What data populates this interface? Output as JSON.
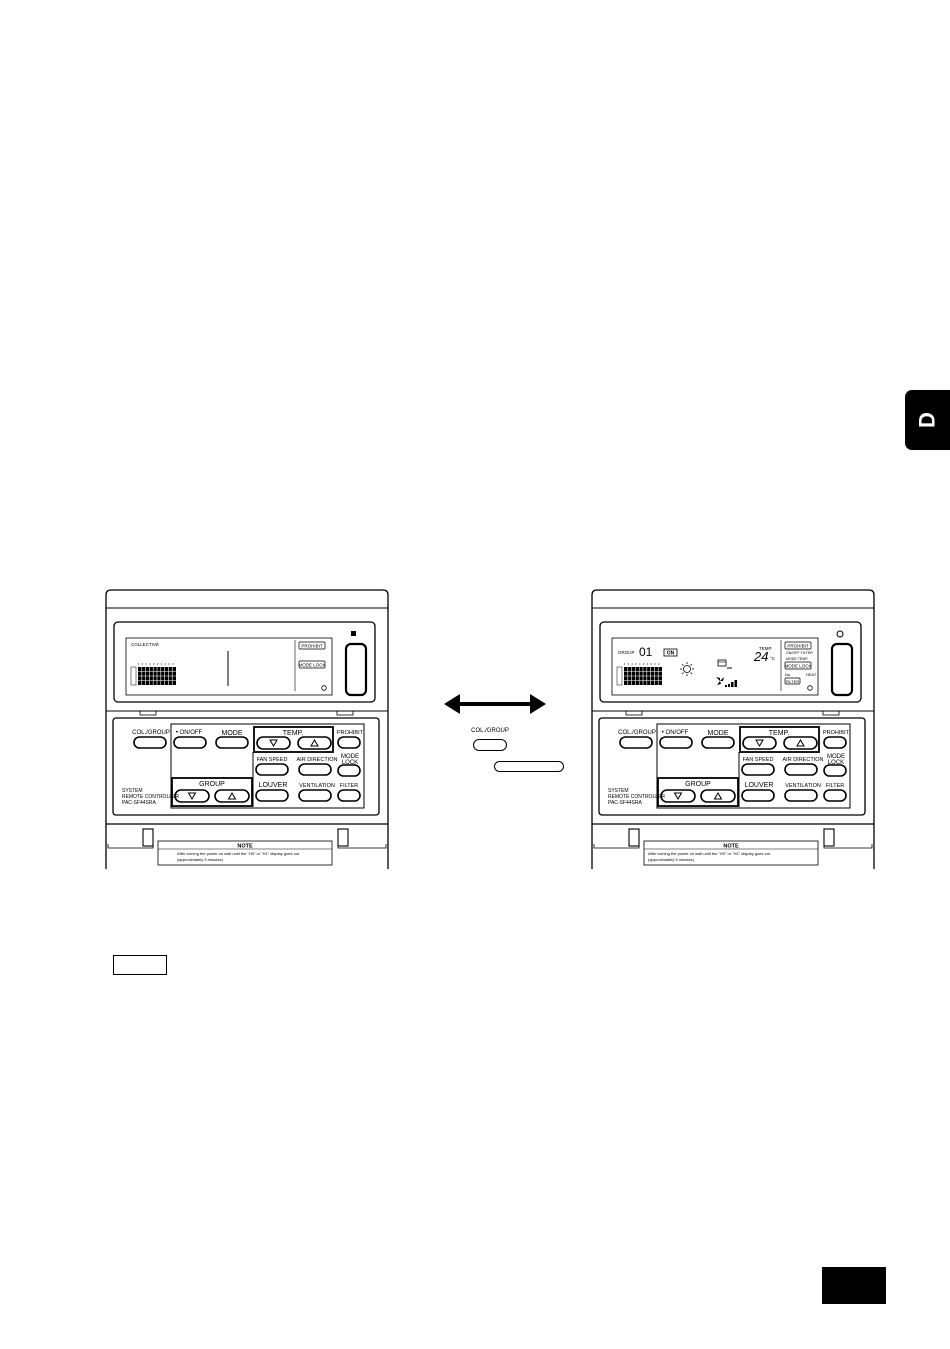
{
  "side_tab": {
    "letter": "D"
  },
  "center": {
    "button_label": "COL./GROUP",
    "arrow": "double-headed-arrow"
  },
  "controllers": {
    "left": {
      "lcd": {
        "collective": "COLLECTIVE",
        "prohibit": "PROHIBIT",
        "mode_lock": "MODE LOCK"
      },
      "buttons": {
        "col_group": "COL./GROUP",
        "on_off": "• ON/OFF",
        "mode": "MODE",
        "temp": "TEMP.",
        "prohibit": "PROHIBIT",
        "fan_speed": "FAN SPEED",
        "air_direction": "AIR DIRECTION",
        "mode_lock_1": "MODE",
        "mode_lock_2": "LOCK",
        "group": "GROUP",
        "louver": "LOUVER",
        "ventilation": "VENTILATION",
        "filter": "FILTER"
      },
      "model": [
        "SYSTEM",
        "REMOTE CONTROLLER",
        "PAC-SF44SRA"
      ],
      "note": {
        "title": "NOTE",
        "line1": "After turning the power on wait until the \"H0\" or \"H1\" display goes out",
        "line2": "(approximately 5 minutes)"
      }
    },
    "right": {
      "lcd": {
        "group": "GROUP",
        "group_number": "01",
        "on": "ON",
        "temp_label": "TEMP.",
        "temp_value": "24",
        "temp_unit": "°C",
        "prohibit": "PROHIBIT",
        "on_off_filter": "ON/OFF FILTER",
        "mode_temp": "MODE TEMP.",
        "mode_lock": "MODE LOCK",
        "no": "No.",
        "heat": "HEAT",
        "filter": "FILTER"
      },
      "buttons": {
        "col_group": "COL./GROUP",
        "on_off": "• ON/OFF",
        "mode": "MODE",
        "temp": "TEMP.",
        "prohibit": "PROHIBIT",
        "fan_speed": "FAN SPEED",
        "air_direction": "AIR DIRECTION",
        "mode_lock_1": "MODE",
        "mode_lock_2": "LOCK",
        "group": "GROUP",
        "louver": "LOUVER",
        "ventilation": "VENTILATION",
        "filter": "FILTER"
      },
      "model": [
        "SYSTEM",
        "REMOTE CONTROLLER",
        "PAC-SF44SRA"
      ],
      "note": {
        "title": "NOTE",
        "line1": "After turning the power on wait until the \"H0\" or \"H1\" display goes out",
        "line2": "(approximately 5 minutes)"
      }
    }
  }
}
